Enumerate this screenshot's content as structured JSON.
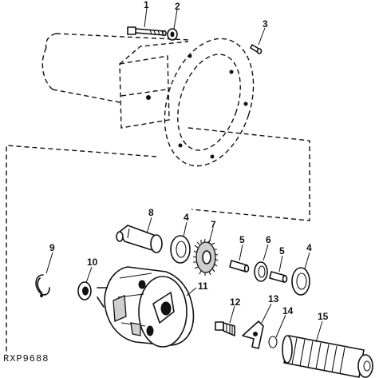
{
  "figure_code": "RXP9688",
  "callouts": [
    "1",
    "2",
    "3",
    "4",
    "5",
    "6",
    "7",
    "8",
    "9",
    "10",
    "11",
    "12",
    "13",
    "14",
    "15",
    "4",
    "5"
  ]
}
